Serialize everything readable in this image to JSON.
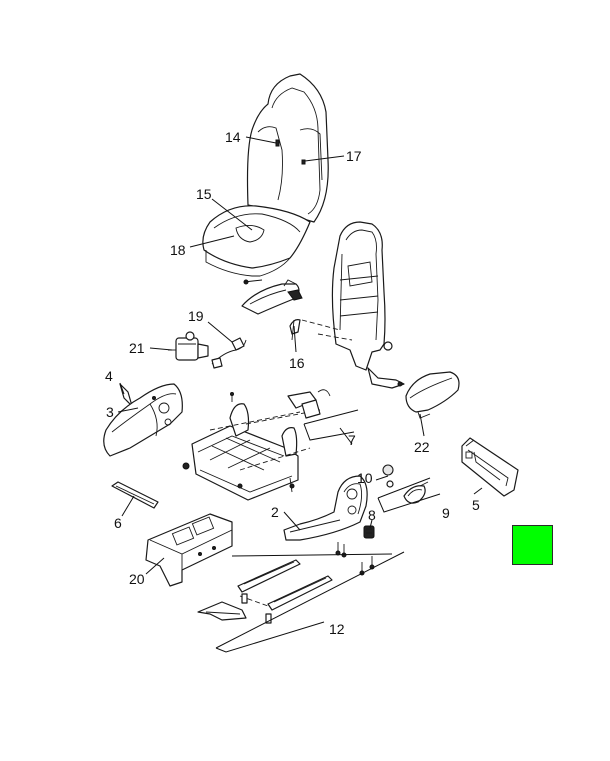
{
  "callouts": [
    {
      "id": "14",
      "label": "14"
    },
    {
      "id": "17",
      "label": "17"
    },
    {
      "id": "15",
      "label": "15"
    },
    {
      "id": "18",
      "label": "18"
    },
    {
      "id": "19",
      "label": "19"
    },
    {
      "id": "21",
      "label": "21"
    },
    {
      "id": "16",
      "label": "16"
    },
    {
      "id": "4",
      "label": "4"
    },
    {
      "id": "3",
      "label": "3"
    },
    {
      "id": "7",
      "label": "7"
    },
    {
      "id": "22",
      "label": "22"
    },
    {
      "id": "10",
      "label": "10"
    },
    {
      "id": "8",
      "label": "8"
    },
    {
      "id": "9",
      "label": "9"
    },
    {
      "id": "5",
      "label": "5"
    },
    {
      "id": "6",
      "label": "6"
    },
    {
      "id": "2",
      "label": "2"
    },
    {
      "id": "20",
      "label": "20"
    },
    {
      "id": "12",
      "label": "12"
    }
  ],
  "colors": {
    "marker": "#00ff00",
    "line": "#1a1a1a"
  }
}
